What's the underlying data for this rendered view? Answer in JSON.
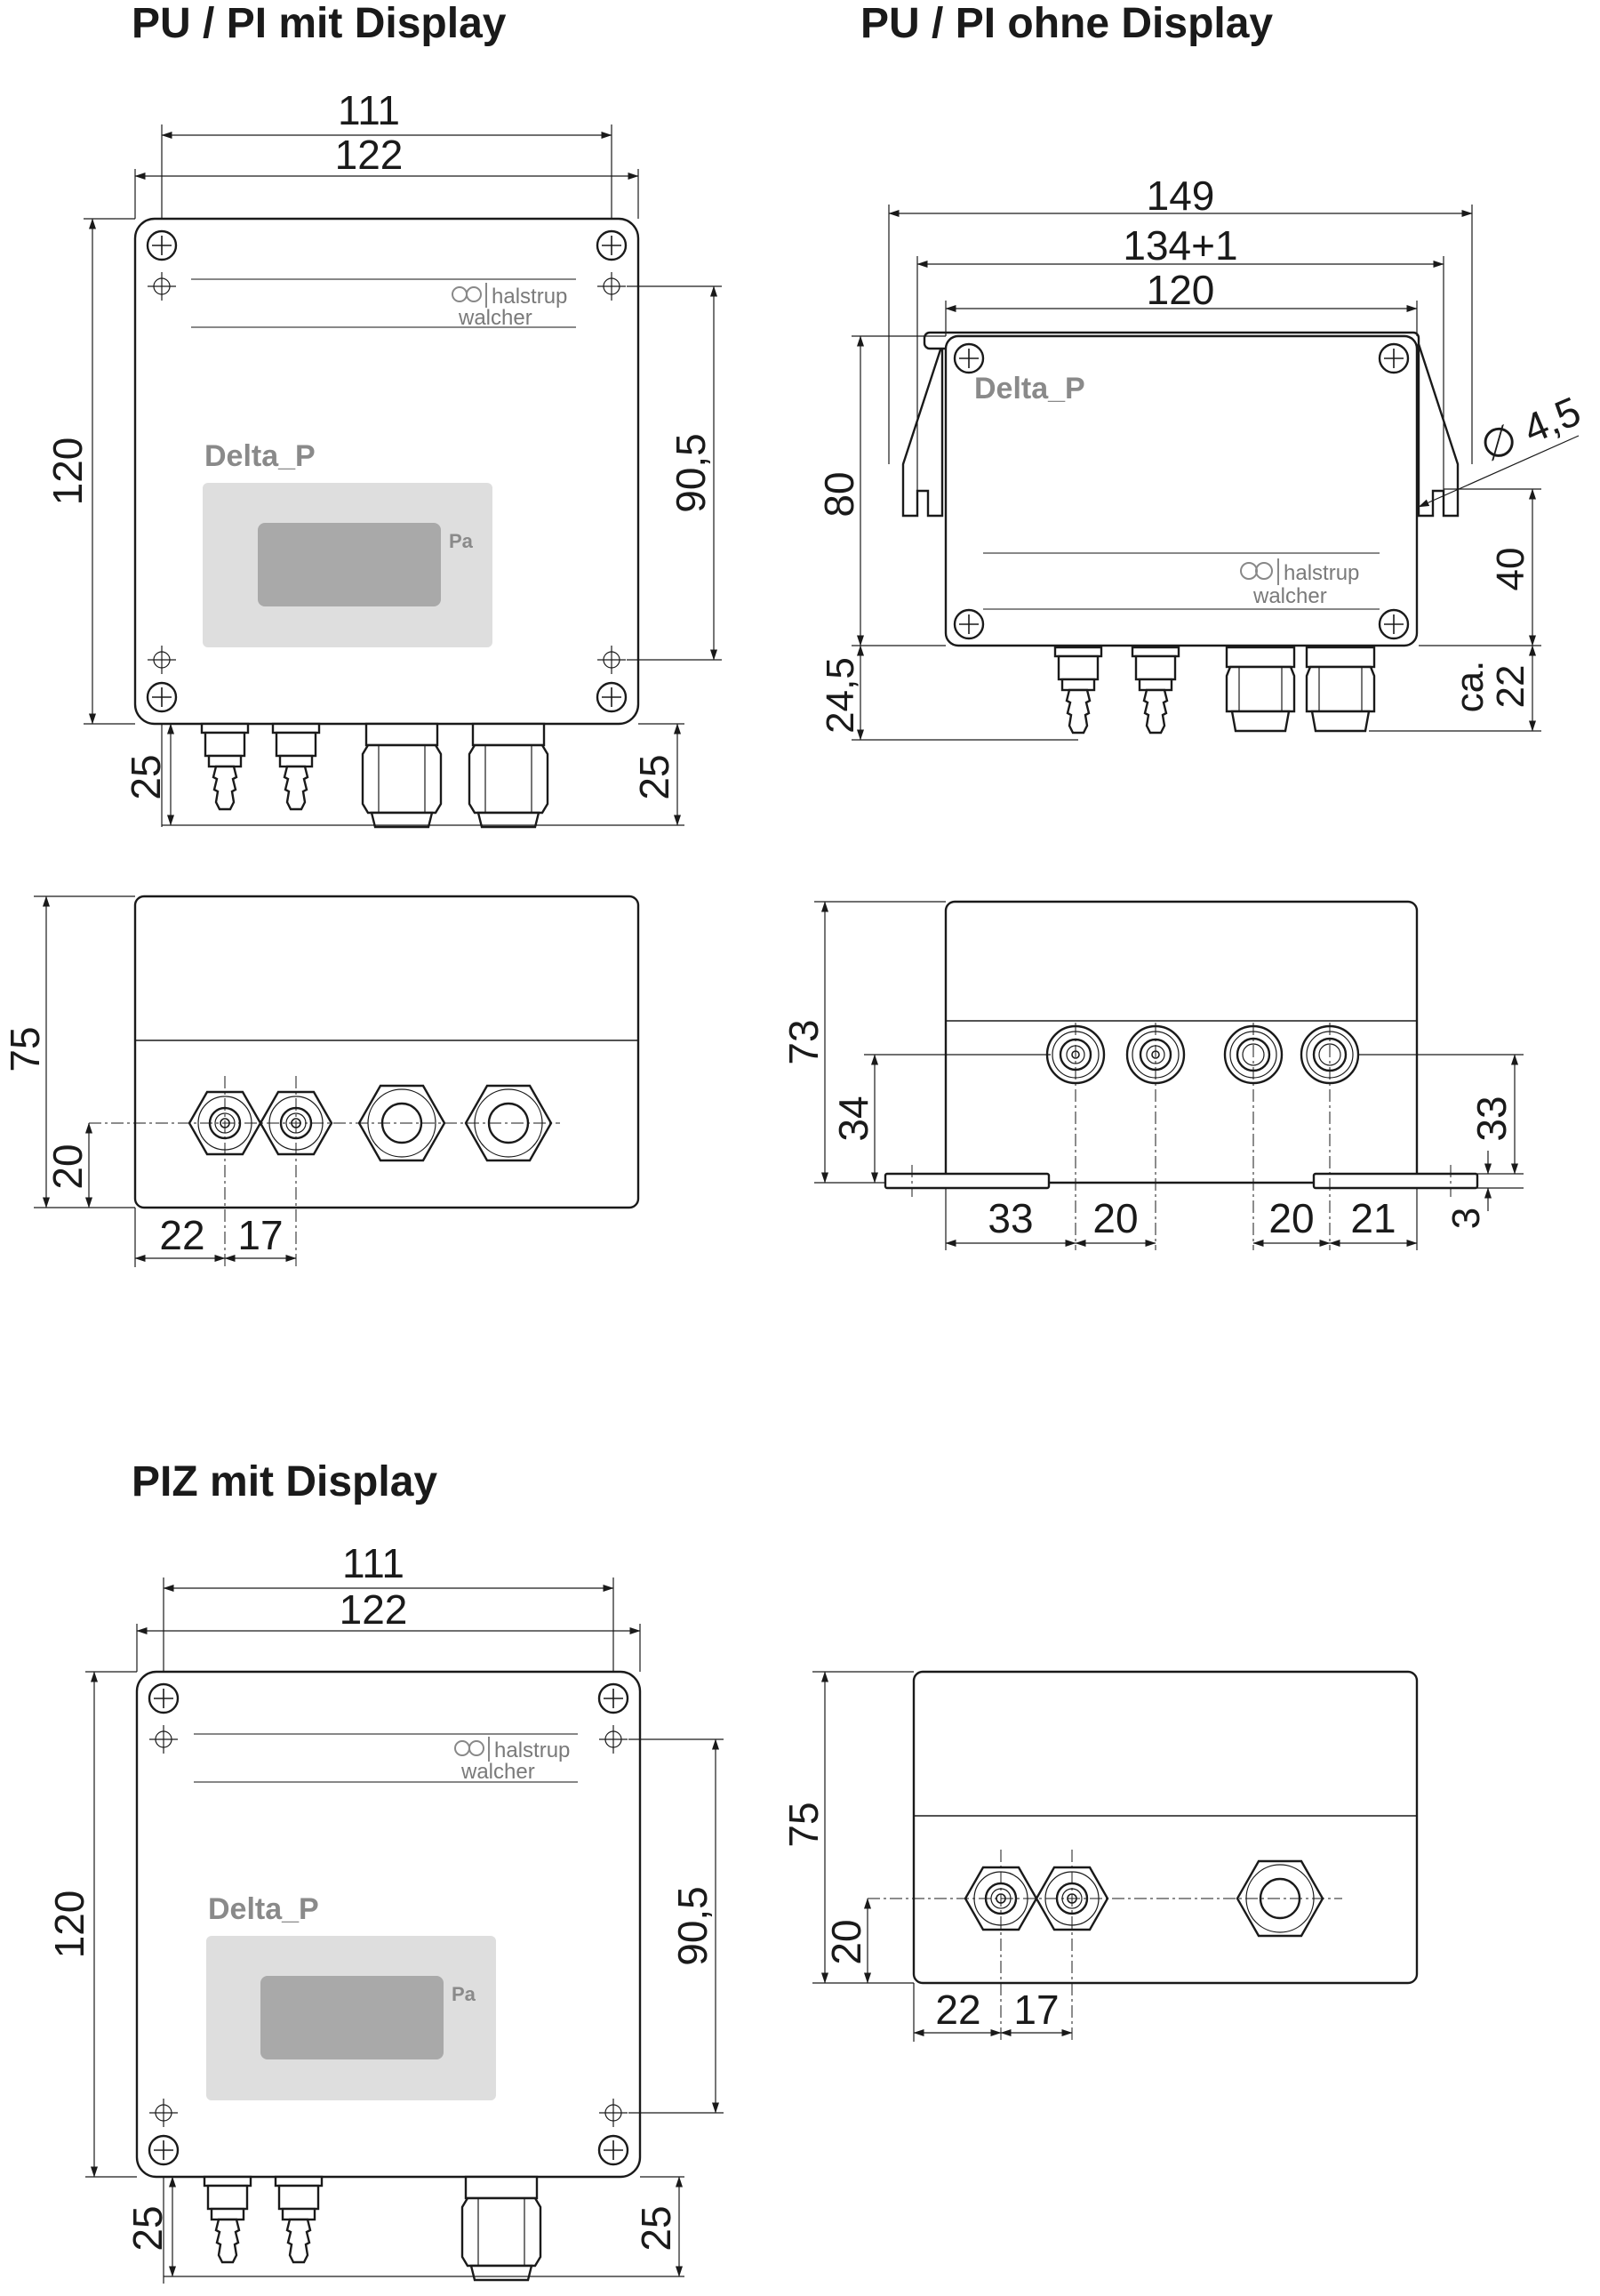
{
  "sections": {
    "pu_pi_display": {
      "title": "PU / PI mit Display",
      "front": {
        "brand": "Delta_P",
        "unit": "Pa",
        "logo_line1": "halstrup",
        "logo_line2": "walcher",
        "dim_width_inner": "111",
        "dim_width_outer": "122",
        "dim_height": "120",
        "dim_hole_spacing": "90,5",
        "dim_port_left": "25",
        "dim_port_right": "25"
      },
      "side": {
        "dim_height": "75",
        "dim_port_height": "20",
        "dim_spacing_1": "22",
        "dim_spacing_2": "17"
      }
    },
    "pu_pi_no_display": {
      "title": "PU / PI ohne Display",
      "front": {
        "brand": "Delta_P",
        "logo_line1": "halstrup",
        "logo_line2": "walcher",
        "dim_total": "149",
        "dim_mount": "134+1",
        "dim_body": "120",
        "dim_hole": "∅ 4,5",
        "dim_height": "80",
        "dim_hole_height": "40",
        "dim_port_left": "24,5",
        "dim_port_right_prefix": "ca.",
        "dim_port_right": "22"
      },
      "side": {
        "dim_height": "73",
        "dim_port_height_left": "34",
        "dim_port_height_right": "33",
        "dim_foot": "3",
        "dim_spacing_1": "33",
        "dim_spacing_2": "20",
        "dim_spacing_3": "20",
        "dim_spacing_4": "21"
      }
    },
    "piz_display": {
      "title": "PIZ mit Display",
      "front": {
        "brand": "Delta_P",
        "unit": "Pa",
        "logo_line1": "halstrup",
        "logo_line2": "walcher",
        "dim_width_inner": "111",
        "dim_width_outer": "122",
        "dim_height": "120",
        "dim_hole_spacing": "90,5",
        "dim_port_left": "25",
        "dim_port_right": "25"
      },
      "side": {
        "dim_height": "75",
        "dim_port_height": "20",
        "dim_spacing_1": "22",
        "dim_spacing_2": "17"
      }
    }
  }
}
